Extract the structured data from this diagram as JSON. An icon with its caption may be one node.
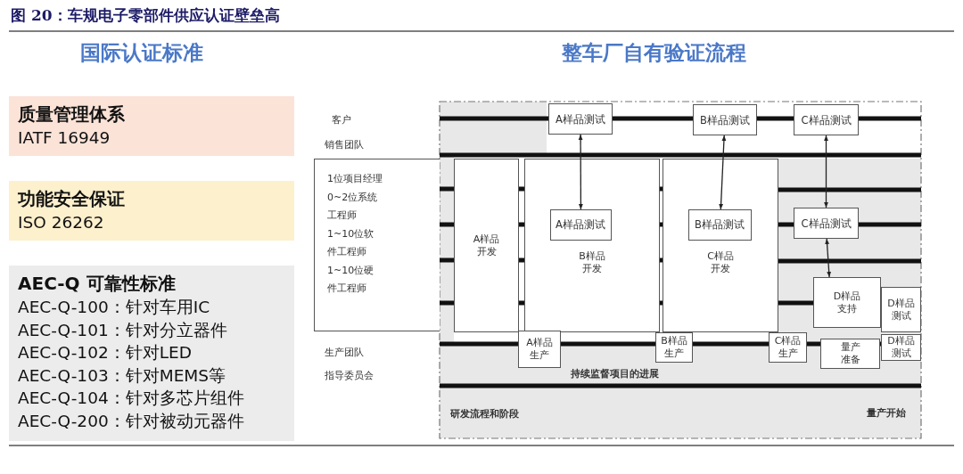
{
  "diagram": {
    "title": "图 20：车规电子零部件供应认证壁垒高",
    "nodes": [
      {
        "text": [
          "质量管理体系",
          "IATF 16949"
        ]
      },
      {
        "text": [
          "功能安全保证",
          "ISO 26262"
        ]
      },
      {
        "text": [
          "AEC-Q 可靠性标准",
          "AEC-Q-100：针对车用IC",
          "AEC-Q-101：针对分立器件",
          "AEC-Q-102：针对LED",
          "AEC-Q-103：针对MEMS等",
          "AEC-Q-104：针对多芯片组件",
          "AEC-Q-200：针对被动元器件"
        ]
      },
      {
        "text": [
          "A样品测试"
        ]
      },
      {
        "text": [
          "B样品测试"
        ]
      },
      {
        "text": [
          "C样品测试"
        ]
      },
      {
        "text": [
          "1位项目经理",
          "0~2位系统工程师",
          "1~10位软件工程师",
          "1~10位硬件工程师"
        ]
      },
      {
        "text": [
          "A样品开发"
        ]
      },
      {
        "text": [
          "B样品开发"
        ]
      },
      {
        "text": [
          "A样品测试"
        ],
        "in": 8
      },
      {
        "text": [
          "C样品开发"
        ]
      },
      {
        "text": [
          "B样品测试"
        ],
        "in": 10
      },
      {
        "text": [
          "C样品测试"
        ]
      },
      {
        "text": [
          "D样品支持"
        ]
      },
      {
        "text": [
          "D样品测试"
        ]
      },
      {
        "text": [
          "A样品生产"
        ]
      },
      {
        "text": [
          "B样品生产"
        ]
      },
      {
        "text": [
          "C样品生产"
        ]
      },
      {
        "text": [
          "量产准备"
        ]
      },
      {
        "text": [
          "D样品测试"
        ]
      }
    ],
    "edges": [
      {
        "from": 3,
        "to": 9,
        "arrow": "both"
      },
      {
        "from": 4,
        "to": 11,
        "arrow": "both"
      },
      {
        "from": 5,
        "to": 12,
        "arrow": "both"
      },
      {
        "from": 12,
        "to": 13,
        "arrow": "both"
      }
    ],
    "labels": [
      "国际认证标准",
      "整车厂自有验证流程",
      "客户",
      "销售团队",
      "生产团队",
      "指导委员会",
      "持续监督项目的进展",
      "研发流程和阶段",
      "量产开始"
    ]
  }
}
